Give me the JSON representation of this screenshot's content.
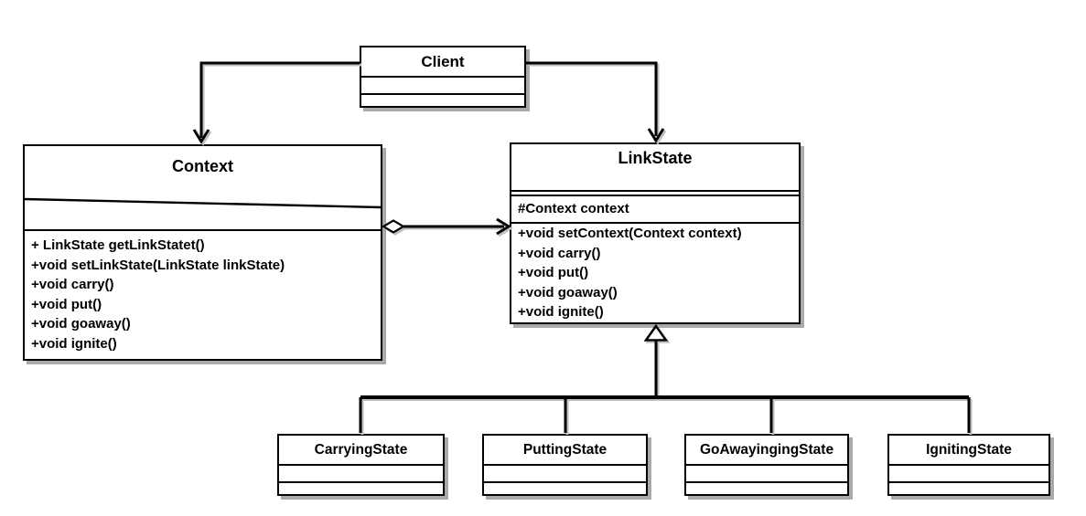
{
  "diagram": {
    "classes": {
      "client": {
        "name": "Client",
        "attributes": [],
        "methods": []
      },
      "context": {
        "name": "Context",
        "attributes": [],
        "methods": [
          "+ LinkState getLinkStatet()",
          "+void setLinkState(LinkState linkState)",
          "+void carry()",
          "+void put()",
          "+void goaway()",
          "+void ignite()"
        ]
      },
      "linkstate": {
        "name": "LinkState",
        "attributes": [
          "#Context context"
        ],
        "methods": [
          "+void setContext(Context context)",
          "+void carry()",
          "+void put()",
          "+void goaway()",
          "+void ignite()"
        ]
      }
    },
    "subclasses": [
      {
        "name": "CarryingState"
      },
      {
        "name": "PuttingState"
      },
      {
        "name": "GoAwayingingState"
      },
      {
        "name": "IgnitingState"
      }
    ],
    "relationships": [
      {
        "from": "Client",
        "to": "Context",
        "type": "directed-association",
        "arrowhead": "open"
      },
      {
        "from": "Client",
        "to": "LinkState",
        "type": "directed-association",
        "arrowhead": "open"
      },
      {
        "from": "Context",
        "to": "LinkState",
        "type": "aggregation",
        "diamond_end": "Context",
        "arrowhead": "open"
      },
      {
        "from": "CarryingState",
        "to": "LinkState",
        "type": "generalization"
      },
      {
        "from": "PuttingState",
        "to": "LinkState",
        "type": "generalization"
      },
      {
        "from": "GoAwayingingState",
        "to": "LinkState",
        "type": "generalization"
      },
      {
        "from": "IgnitingState",
        "to": "LinkState",
        "type": "generalization"
      }
    ],
    "colors": {
      "line": "#000000",
      "box_fill": "#ffffff",
      "shadow": "#a9a9a9",
      "background": "#ffffff"
    }
  }
}
